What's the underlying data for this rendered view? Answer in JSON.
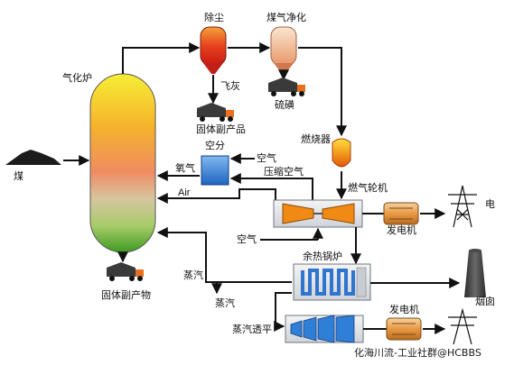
{
  "labels": {
    "coal": "煤",
    "gasifier": "气化炉",
    "dust_removal": "除尘",
    "gas_cleanup": "煤气净化",
    "fly_ash": "飞灰",
    "solid_byproduct_top": "固体副产品",
    "sulfur": "硫磺",
    "air_separation": "空分",
    "air_in": "空气",
    "oxygen": "氧气",
    "air_return": "Air",
    "compressed_air": "压缩空气",
    "combustor": "燃烧器",
    "gas_turbine": "燃气轮机",
    "generator_1": "发电机",
    "electricity": "电",
    "turbine_air": "空气",
    "hrsg": "余热锅炉",
    "steam_left": "蒸汽",
    "steam_below": "蒸汽",
    "chimney": "烟囱",
    "steam_turbine": "蒸汽透平",
    "generator_2": "发电机",
    "solid_byproduct_bottom": "固体副产物"
  },
  "watermark": "化海川流-工业社群@HCBBS",
  "colors": {
    "line": "#111111",
    "gasifier_top": "#f6ea2e",
    "gasifier_mid": "#f0a22a",
    "gasifier_low": "#b9d28a",
    "gasifier_bottom": "#5aa62e",
    "vessel_red": "#e0281e",
    "vessel_peach": "#f2c2a0",
    "air_separation": "#2f7fd6",
    "turbine_orange": "#f08a14",
    "generator_orange": "#e8a04c",
    "hrsg_blue": "#3a86d8",
    "truck_orange": "#e87020"
  }
}
